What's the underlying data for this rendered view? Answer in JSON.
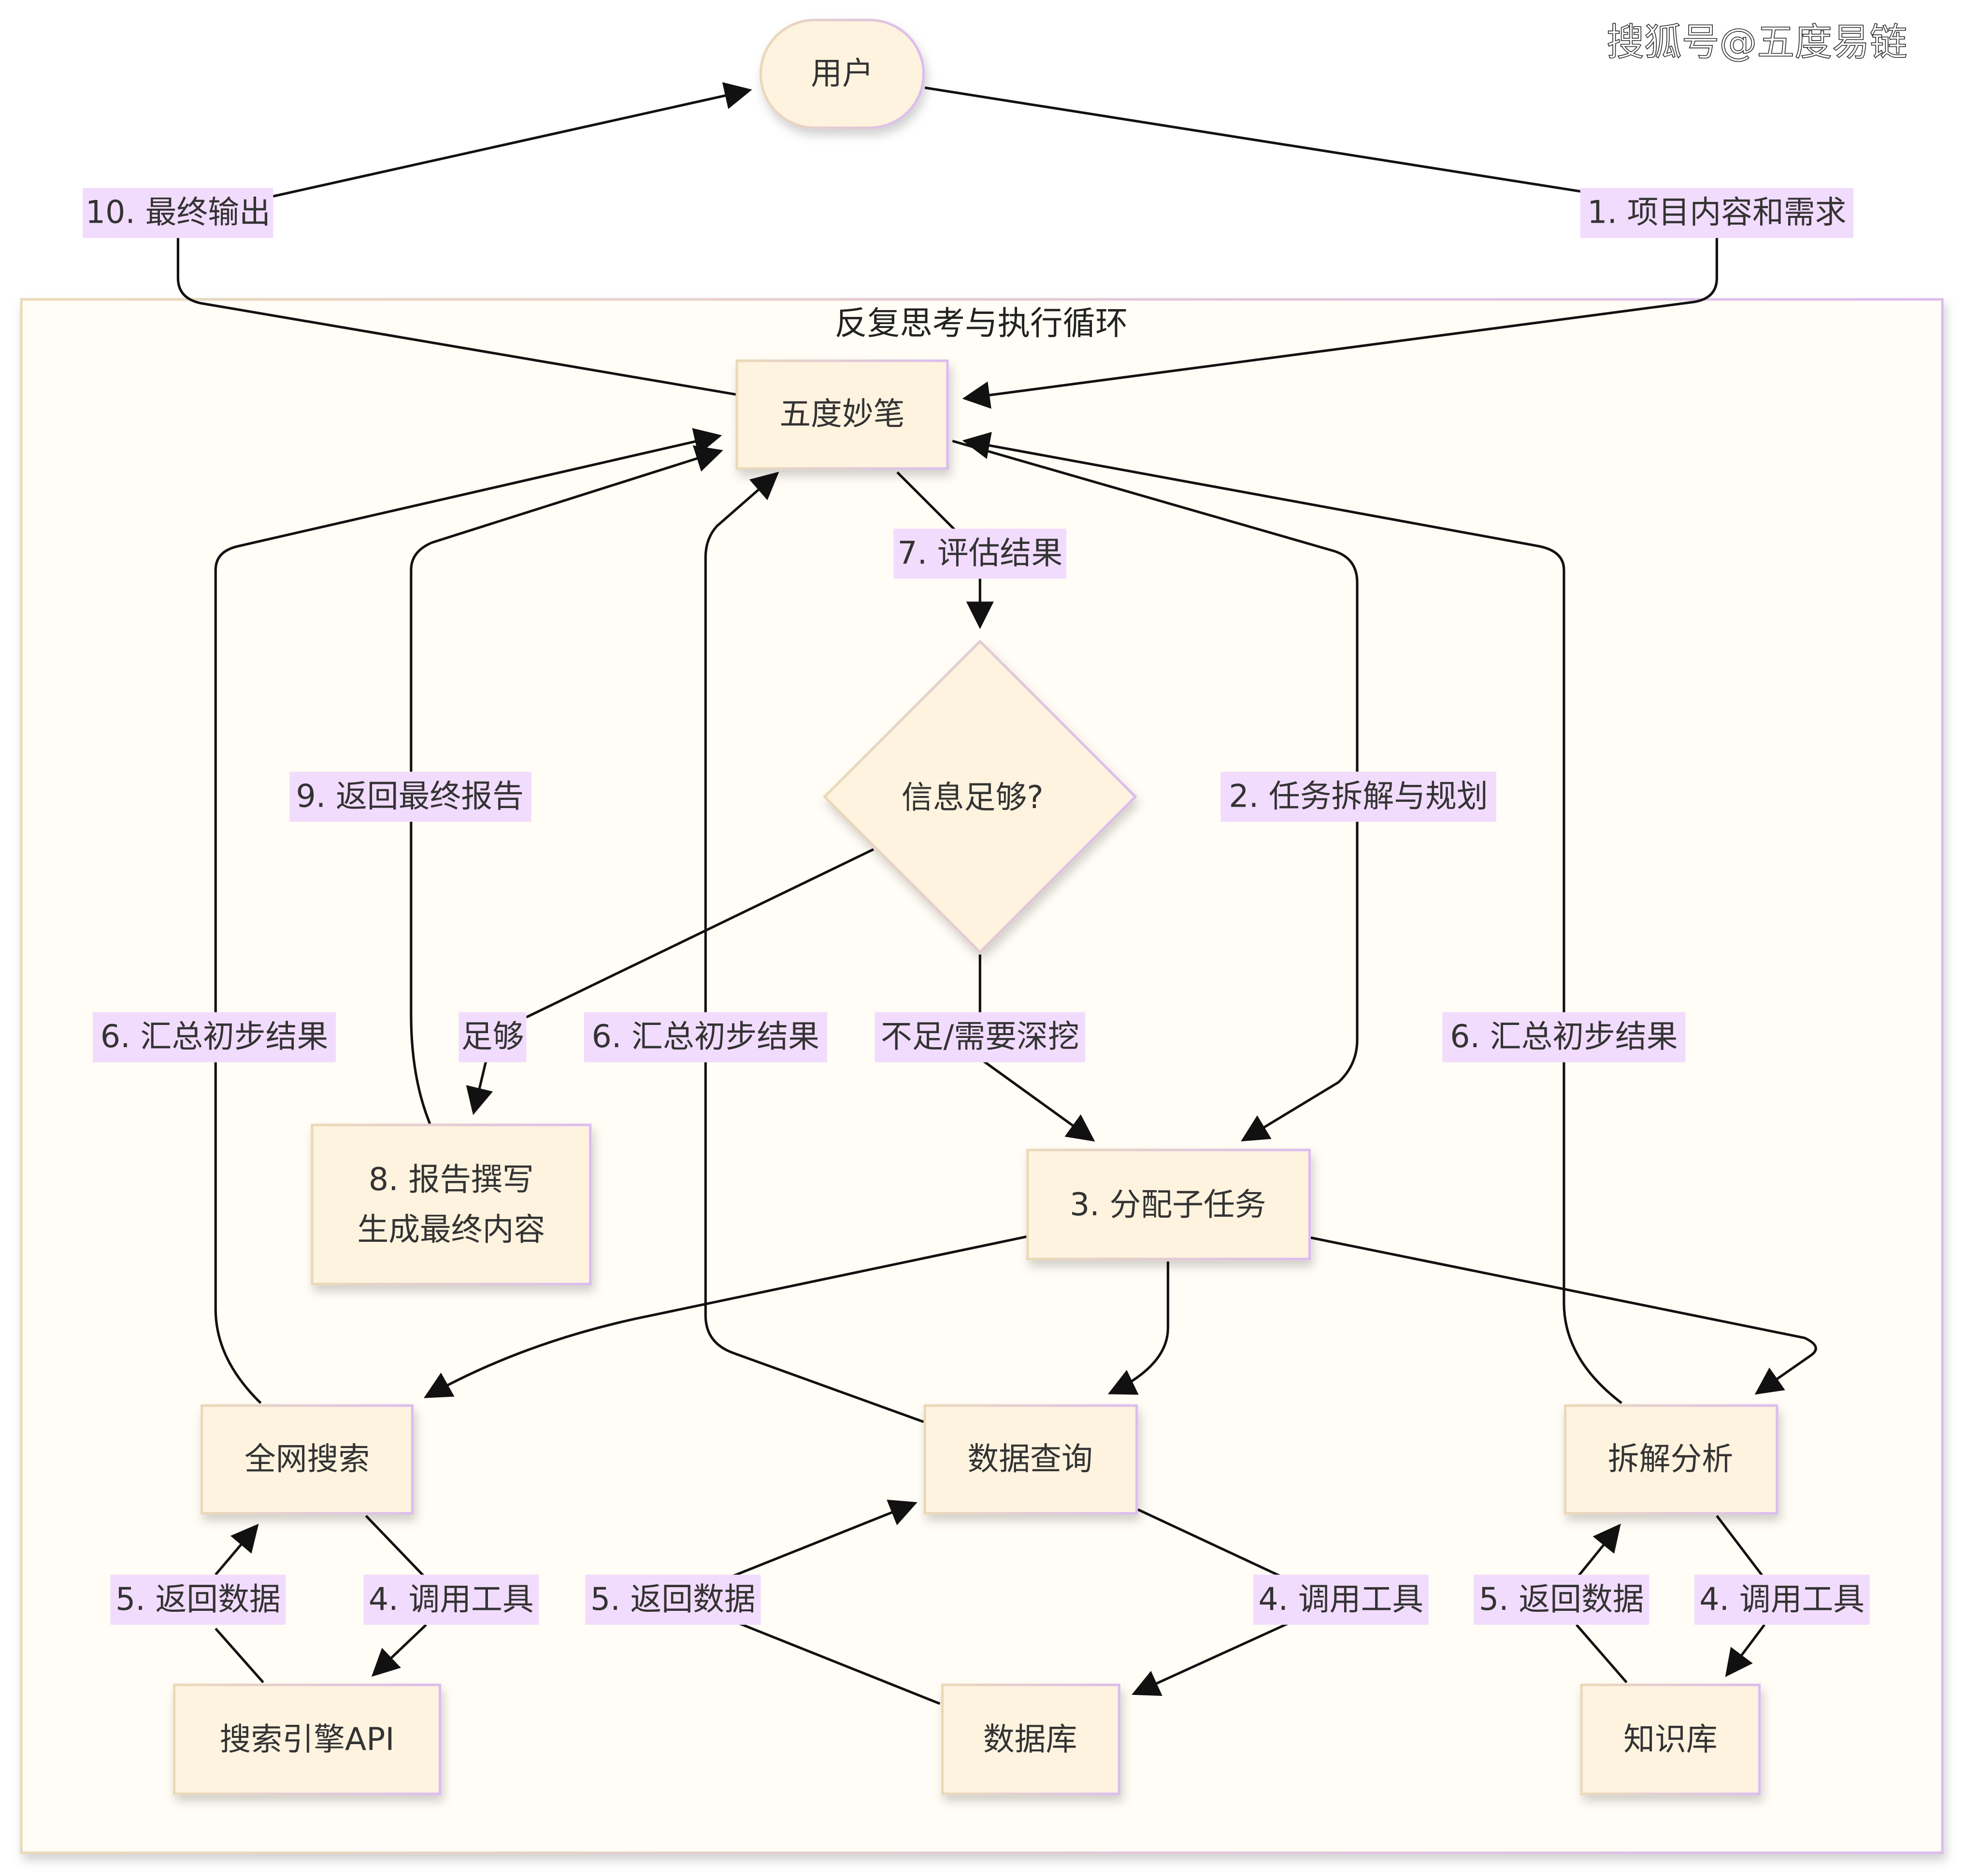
{
  "watermark": "搜狐号@五度易链",
  "colors": {
    "node_fill": "#fef3df",
    "node_border_start": "#ead9b8",
    "node_border_end": "#dcbcf0",
    "label_bg": "#f2dcfd",
    "label_bg_light": "#f7e9fd",
    "cluster_fill": "#fffdf5",
    "edge": "#111111",
    "text": "#333333"
  },
  "cluster": {
    "title": "反复思考与执行循环"
  },
  "nodes": {
    "user": "用户",
    "wudu": "五度妙笔",
    "decision": "信息足够?",
    "report_line1": "8. 报告撰写",
    "report_line2": "生成最终内容",
    "assign": "3. 分配子任务",
    "web_search": "全网搜索",
    "data_query": "数据查询",
    "analysis": "拆解分析",
    "search_api": "搜索引擎API",
    "database": "数据库",
    "knowledge_base": "知识库"
  },
  "edge_labels": {
    "final_output": "10. 最终输出",
    "project_input": "1. 项目内容和需求",
    "evaluate": "7. 评估结果",
    "return_report": "9. 返回最终报告",
    "decompose": "2. 任务拆解与规划",
    "summary_left": "6. 汇总初步结果",
    "enough": "足够",
    "summary_mid": "6. 汇总初步结果",
    "insufficient": "不足/需要深挖",
    "summary_right": "6. 汇总初步结果",
    "return_data_1": "5. 返回数据",
    "call_tool_1": "4. 调用工具",
    "return_data_2": "5. 返回数据",
    "call_tool_2": "4. 调用工具",
    "return_data_3": "5. 返回数据",
    "call_tool_3": "4. 调用工具"
  }
}
